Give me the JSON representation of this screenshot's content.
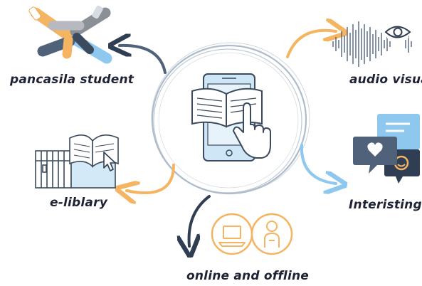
{
  "labels": {
    "pancasila": "pancasila student",
    "audio": "audio visual",
    "elibrary": "e-liblary",
    "interesting": "Interisting",
    "online": "online and offline"
  },
  "colors": {
    "navy": "#2f3e52",
    "slate": "#50627a",
    "orange": "#f5b461",
    "sky": "#8ec8ee",
    "circle": "#b9c5d0",
    "ink": "#1f2233"
  },
  "icons": {
    "center": "tablet-reading-icon",
    "pancasila": "stacked-hands-icon",
    "audio": "sound-wave-eye-icon",
    "elibrary": "library-book-icon",
    "interesting": "chat-bubbles-icon",
    "online": "laptop-person-icon"
  }
}
